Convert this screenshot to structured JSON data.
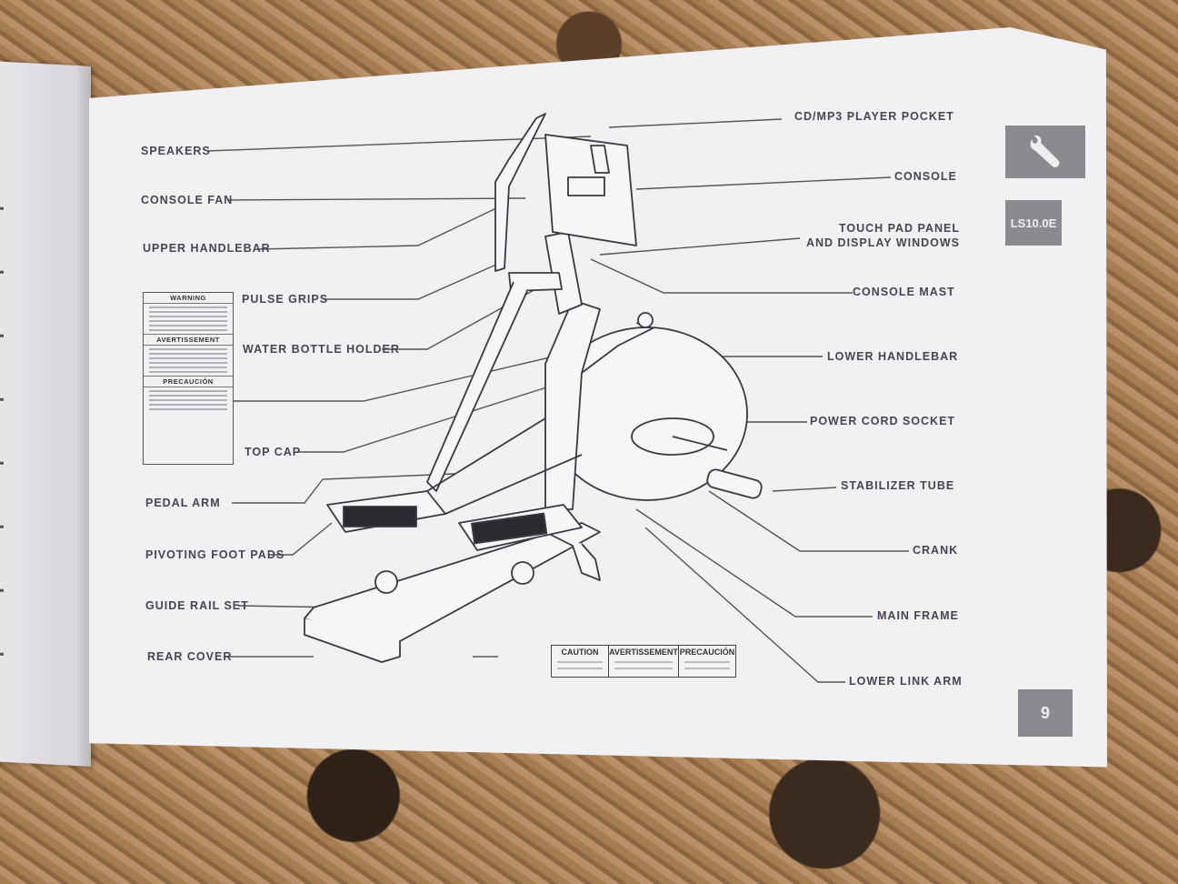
{
  "labels_left": {
    "speakers": "SPEAKERS",
    "console_fan": "CONSOLE FAN",
    "upper_handlebar": "UPPER HANDLEBAR",
    "pulse_grips": "PULSE GRIPS",
    "water_bottle_holder": "WATER BOTTLE HOLDER",
    "top_cap": "TOP CAP",
    "pedal_arm": "PEDAL ARM",
    "pivoting_foot_pads": "PIVOTING FOOT PADS",
    "guide_rail_set": "GUIDE RAIL SET",
    "rear_cover": "REAR COVER"
  },
  "labels_right": {
    "cd_mp3": "CD/MP3 PLAYER POCKET",
    "console": "CONSOLE",
    "touch_pad_1": "TOUCH PAD PANEL",
    "touch_pad_2": "AND DISPLAY WINDOWS",
    "console_mast": "CONSOLE MAST",
    "lower_handlebar": "LOWER HANDLEBAR",
    "power_cord_socket": "POWER CORD SOCKET",
    "stabilizer_tube": "STABILIZER TUBE",
    "crank": "CRANK",
    "main_frame": "MAIN FRAME",
    "lower_link_arm": "LOWER LINK ARM"
  },
  "warning_sticker": {
    "warning": "WARNING",
    "avertissement": "AVERTISSEMENT",
    "precaucion": "PRECAUCIÓN"
  },
  "caution_sticker": {
    "caution": "CAUTION",
    "avertissement": "AVERTISSEMENT",
    "precaucion": "PRECAUCIÓN"
  },
  "tabs": {
    "model": "LS10.0E",
    "page_number": "9"
  },
  "icons": {
    "section_icon": "wrench-icon"
  },
  "colors": {
    "label_text": "#4a4352",
    "tab_bg": "#8c8a8f",
    "page_bg": "#f1f0f3"
  }
}
